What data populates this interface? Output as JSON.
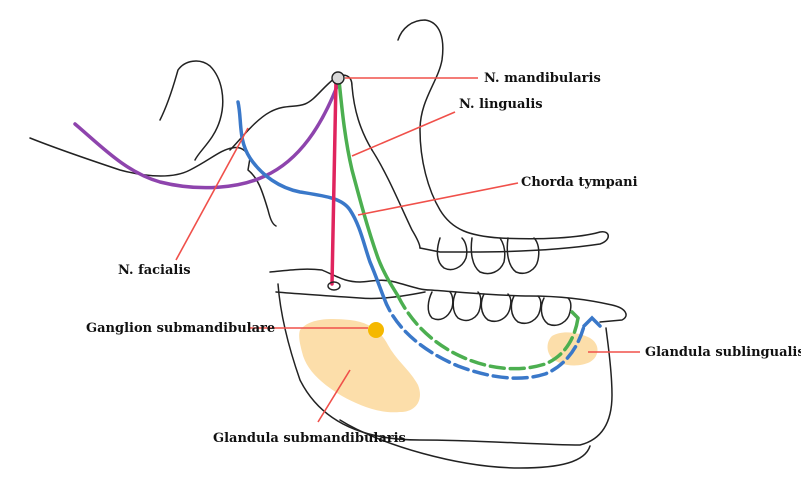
{
  "labels": {
    "n_mandibularis": "N. mandibularis",
    "n_lingualis": "N. lingualis",
    "chorda_tympani": "Chorda tympani",
    "n_facialis": "N. facialis",
    "ganglion_submandibulare": "Ganglion submandibulare",
    "glandula_sublingualis": "Glandula sublingualis",
    "glandula_submandibularis": "Glandula submandibularis"
  },
  "colors": {
    "outline": "#222222",
    "pointer": "#f0504a",
    "mandibular_nerve": "#e0245e",
    "lingual_nerve": "#4caf50",
    "chorda_tympani": "#3a78c9",
    "facial_nerve": "#8e44ad",
    "gland": "#fbd89b",
    "ganglion": "#f5b800"
  }
}
